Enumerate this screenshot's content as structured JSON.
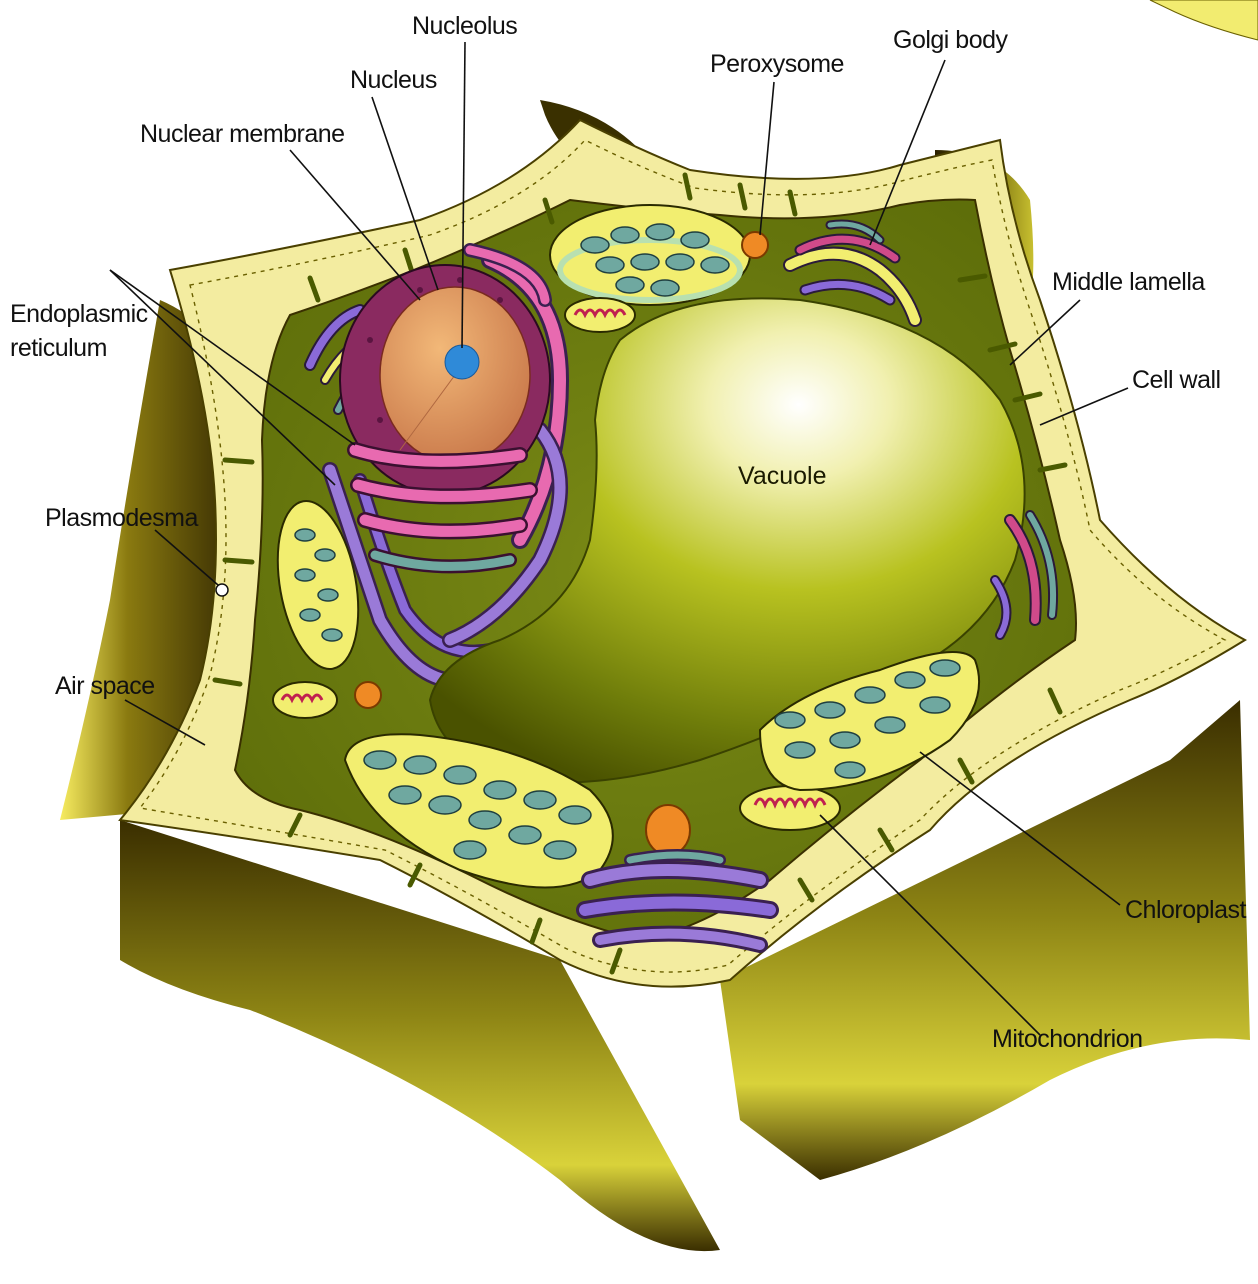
{
  "diagram": {
    "labels": {
      "nucleolus": "Nucleolus",
      "nucleus": "Nucleus",
      "nuclear_membrane": "Nuclear membrane",
      "peroxysome": "Peroxysome",
      "golgi_body": "Golgi body",
      "middle_lamella": "Middle lamella",
      "cell_wall": "Cell wall",
      "er_line1": "Endoplasmic",
      "er_line2": "reticulum",
      "plasmodesma": "Plasmodesma",
      "air_space": "Air space",
      "vacuole": "Vacuole",
      "chloroplast": "Chloroplast",
      "mitochondrion": "Mitochondrion"
    },
    "colors": {
      "cell_wall": "#f3eca0",
      "cytoplasm": "#6f7d12",
      "vacuole": "#a8b820",
      "neighbor_cell": "#4a3c05",
      "nucleus": "#e9a060",
      "nucleolus": "#2f8ad8",
      "nuclear_envelope": "#8a2a60",
      "er": "#e86ab0",
      "golgi": "#8a6ad8",
      "chloroplast": "#f2ee70",
      "thylakoid": "#6fa8a0",
      "peroxysome": "#ef8a25"
    }
  }
}
